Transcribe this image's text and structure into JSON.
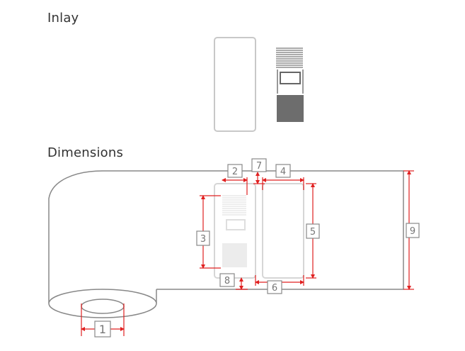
{
  "headings": {
    "inlay": "Inlay",
    "dimensions": "Dimensions"
  },
  "labels": [
    "1",
    "2",
    "3",
    "4",
    "5",
    "6",
    "7",
    "8",
    "9"
  ],
  "colors": {
    "outline": "#888888",
    "label_outline": "#c8c8c8",
    "dimension": "#e02020",
    "chip": "#6d6d6d",
    "text": "#333333"
  }
}
